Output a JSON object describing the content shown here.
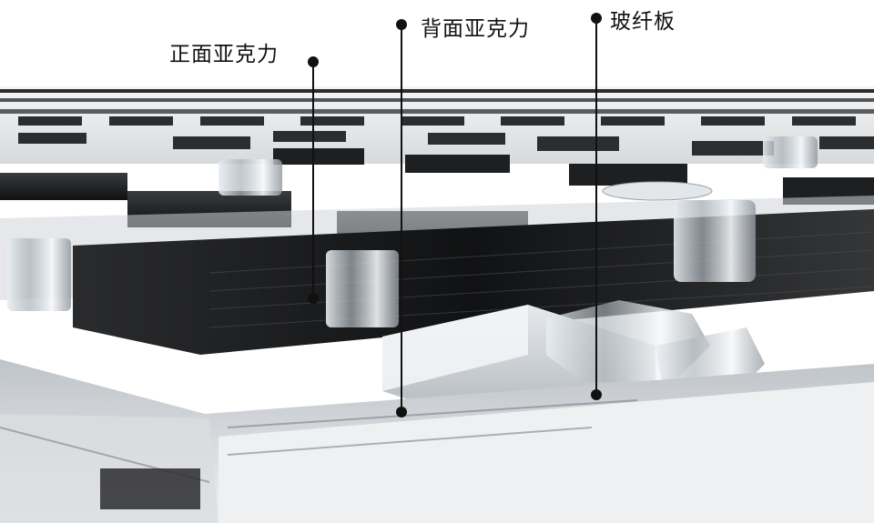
{
  "colors": {
    "background": "#ffffff",
    "acrylic": "#c9ced3",
    "dark_surface": "#1a1b1d",
    "led_top": "#2b2c2e",
    "callout": "#111111"
  },
  "callouts": {
    "front_acrylic": {
      "label": "正面亚克力",
      "icon": "dot-marker"
    },
    "back_acrylic": {
      "label": "背面亚克力",
      "icon": "dot-marker"
    },
    "fiberglass_board": {
      "label": "玻纤板",
      "icon": "dot-marker"
    }
  }
}
